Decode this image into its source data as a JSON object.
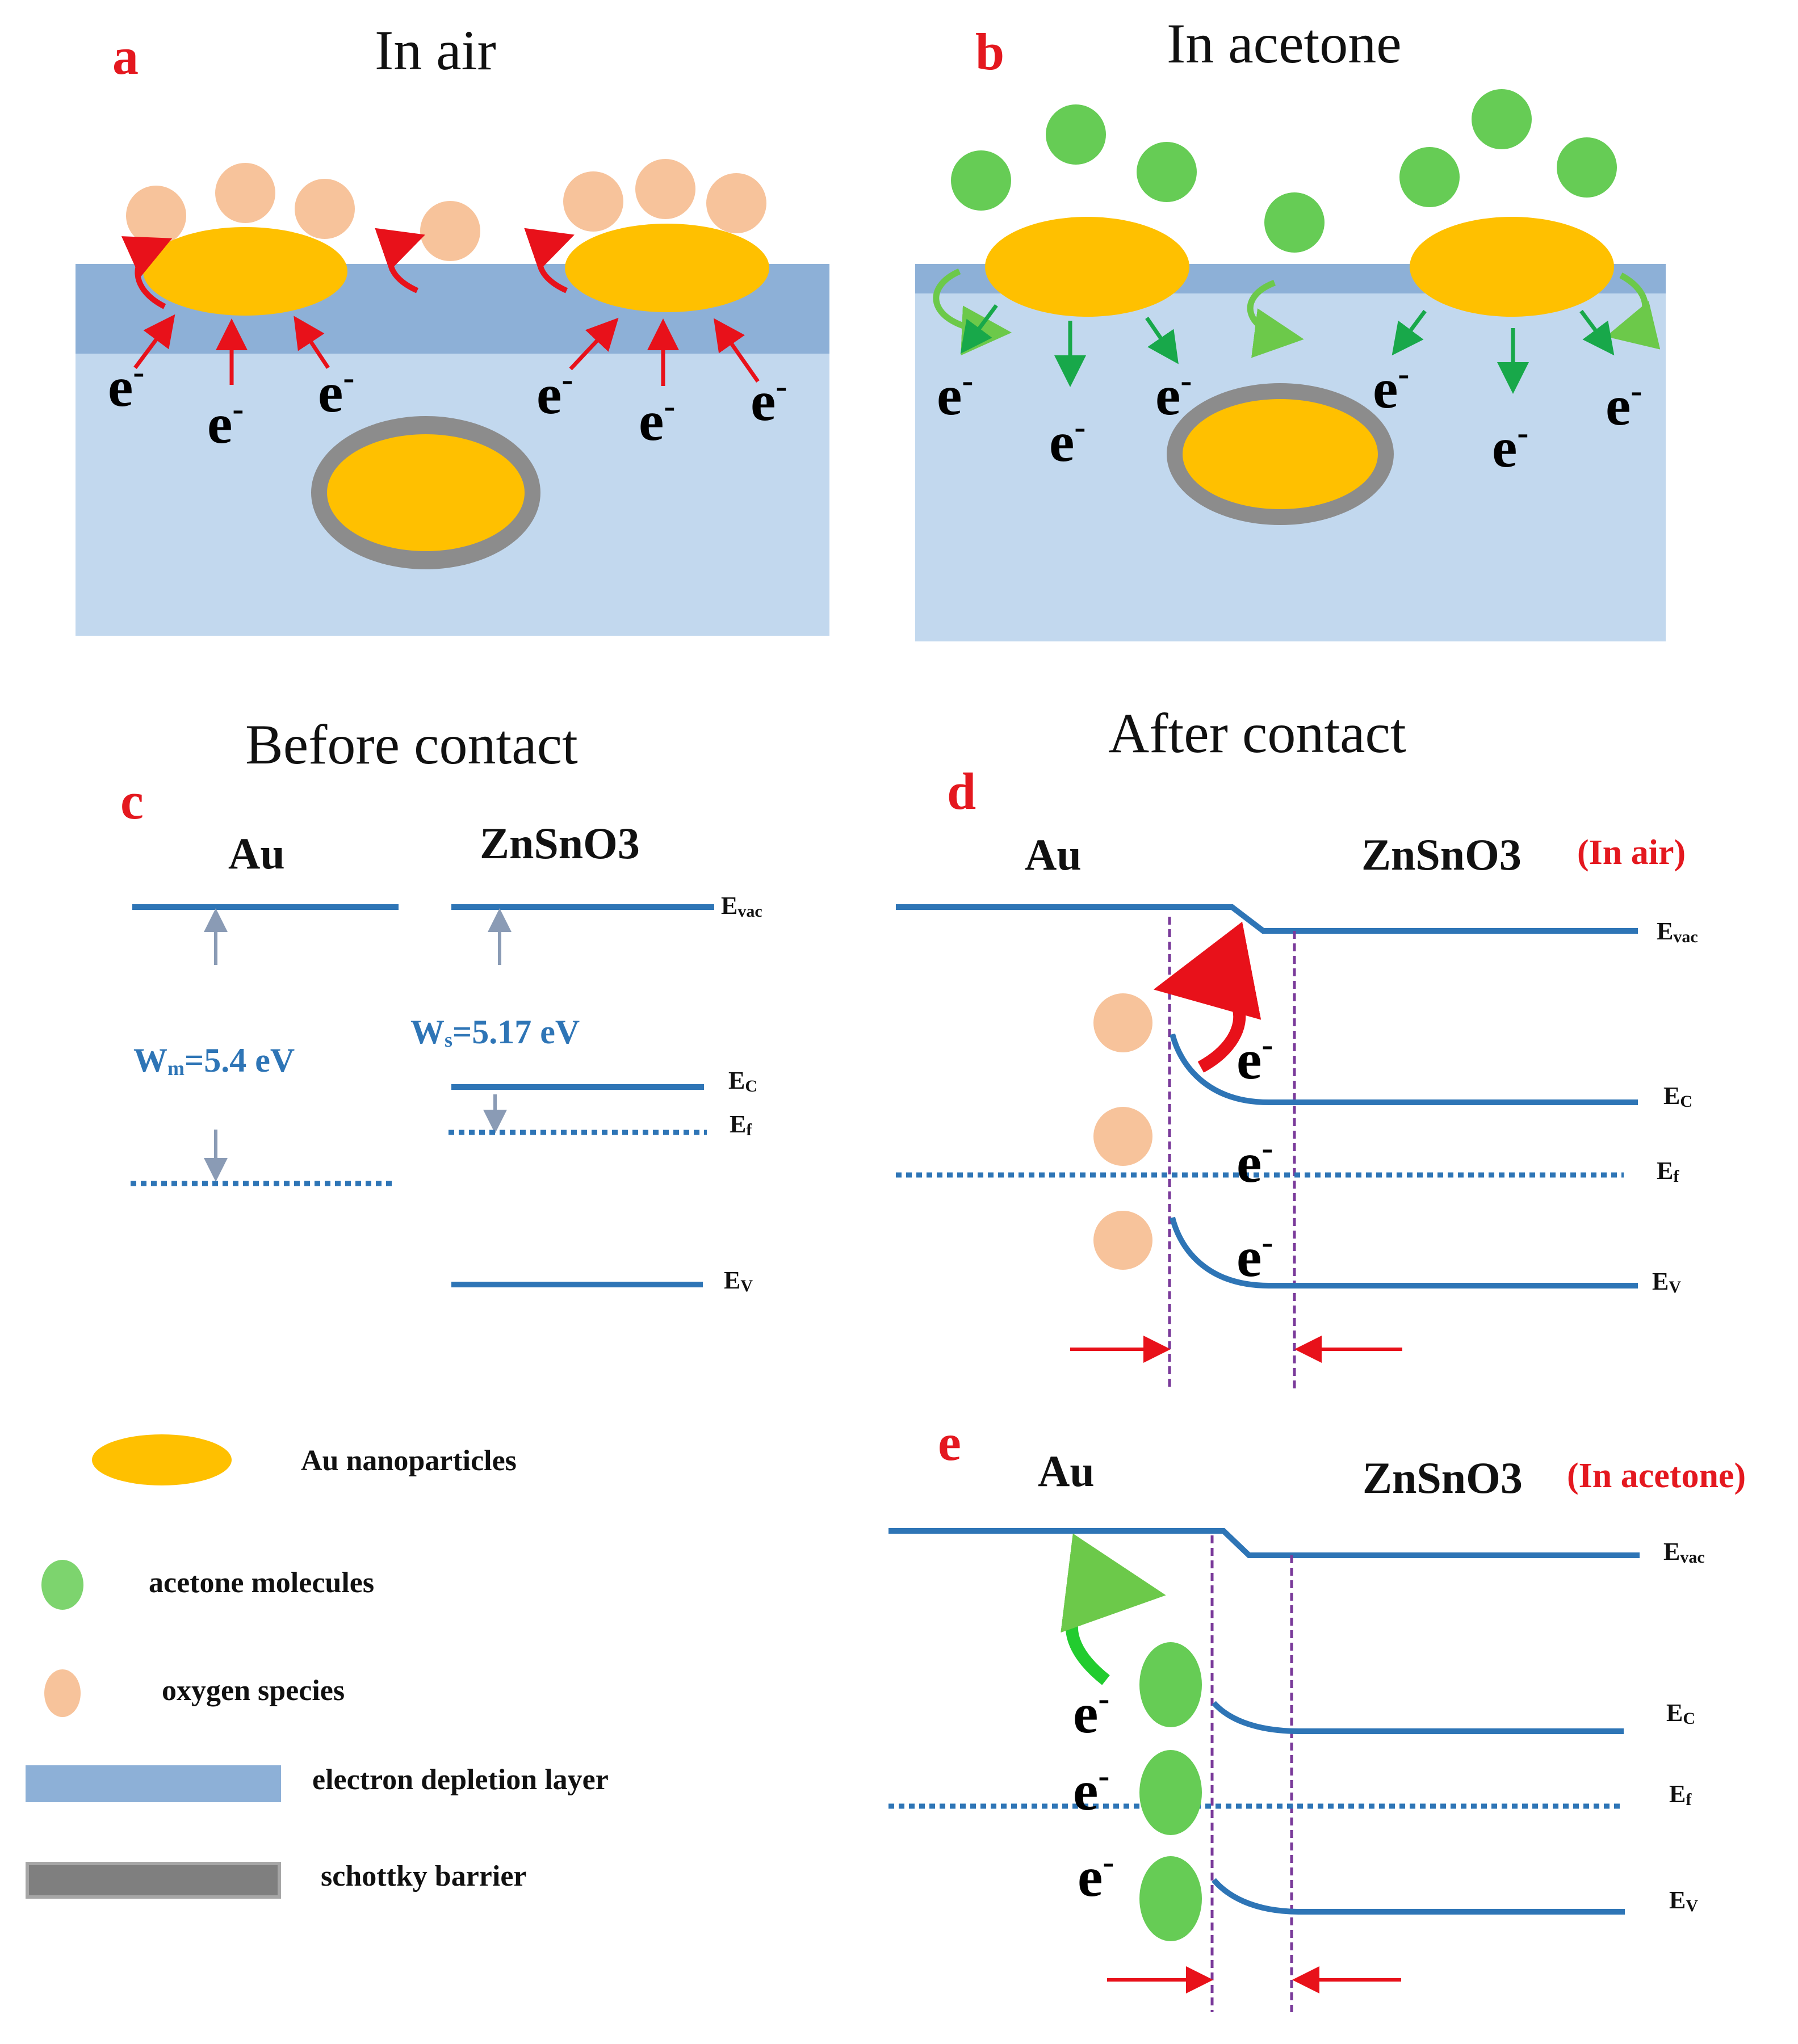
{
  "colors": {
    "depletion_dark": "#8db0d7",
    "bulk_light": "#c2d8ee",
    "gold": "#ffc000",
    "oxygen": "#f7c39b",
    "acetone": "#66cc55",
    "schottky_gray": "#8c8c8c",
    "band_line": "#2e75b6",
    "red_label": "#e4181f",
    "red_arrow": "#e8111a",
    "green_arrow": "#18a84a",
    "purple_dash": "#7a3a9a"
  },
  "panel_a": {
    "letter": "a",
    "title": "In air",
    "electron": "e",
    "electron_sup": "-"
  },
  "panel_b": {
    "letter": "b",
    "title": "In acetone",
    "electron": "e",
    "electron_sup": "-"
  },
  "panel_c": {
    "letter": "c",
    "title": "Before contact",
    "metal_label": "Au",
    "semi_label": "ZnSnO3",
    "work_function_metal": {
      "sym": "W",
      "sub": "m",
      "value": "=5.4 eV"
    },
    "work_function_semi": {
      "sym": "W",
      "sub": "s",
      "value": "=5.17 eV"
    },
    "levels": [
      {
        "sym": "E",
        "sub": "vac"
      },
      {
        "sym": "E",
        "sub": "C"
      },
      {
        "sym": "E",
        "sub": "f"
      },
      {
        "sym": "E",
        "sub": "V"
      }
    ]
  },
  "panel_d": {
    "letter": "d",
    "title": "After contact",
    "metal_label": "Au",
    "semi_label": "ZnSnO3",
    "condition": "(In air)",
    "levels": [
      {
        "sym": "E",
        "sub": "vac"
      },
      {
        "sym": "E",
        "sub": "C"
      },
      {
        "sym": "E",
        "sub": "f"
      },
      {
        "sym": "E",
        "sub": "V"
      }
    ],
    "electron": "e",
    "electron_sup": "-"
  },
  "panel_e": {
    "letter": "e",
    "metal_label": "Au",
    "semi_label": "ZnSnO3",
    "condition": "(In acetone)",
    "levels": [
      {
        "sym": "E",
        "sub": "vac"
      },
      {
        "sym": "E",
        "sub": "C"
      },
      {
        "sym": "E",
        "sub": "f"
      },
      {
        "sym": "E",
        "sub": "V"
      }
    ],
    "electron": "e",
    "electron_sup": "-"
  },
  "legend": [
    {
      "icon": "gold-ellipse-icon",
      "label": "Au nanoparticles"
    },
    {
      "icon": "green-circle-icon",
      "label": "acetone molecules"
    },
    {
      "icon": "orange-circle-icon",
      "label": "oxygen species"
    },
    {
      "icon": "blue-bar-icon",
      "label": "electron depletion layer"
    },
    {
      "icon": "gray-bar-icon",
      "label": "schottky barrier"
    }
  ]
}
